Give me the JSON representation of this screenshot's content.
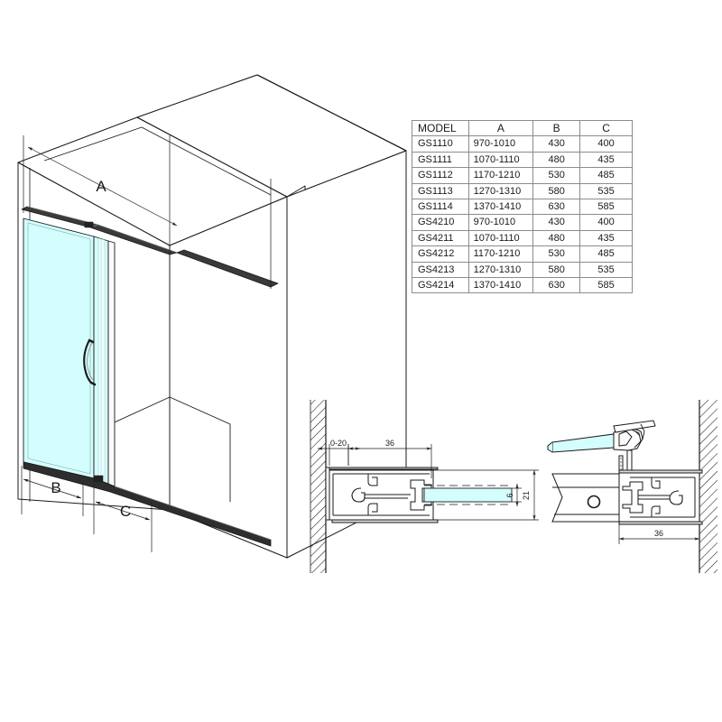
{
  "drawing": {
    "title": "Sliding shower door technical drawing",
    "glass_color": "#d4fdfd",
    "line_color": "#1a1a1a",
    "hatch_color": "#1a1a1a"
  },
  "isometric": {
    "dim_a": "A",
    "dim_b": "B",
    "dim_c": "C",
    "handle": "door-handle"
  },
  "model_table": {
    "headers": [
      "MODEL",
      "A",
      "B",
      "C"
    ],
    "rows": [
      [
        "GS1110",
        "970-1010",
        "430",
        "400"
      ],
      [
        "GS1111",
        "1070-1110",
        "480",
        "435"
      ],
      [
        "GS1112",
        "1170-1210",
        "530",
        "485"
      ],
      [
        "GS1113",
        "1270-1310",
        "580",
        "535"
      ],
      [
        "GS1114",
        "1370-1410",
        "630",
        "585"
      ],
      [
        "GS4210",
        "970-1010",
        "430",
        "400"
      ],
      [
        "GS4211",
        "1070-1110",
        "480",
        "435"
      ],
      [
        "GS4212",
        "1170-1210",
        "530",
        "485"
      ],
      [
        "GS4213",
        "1270-1310",
        "580",
        "535"
      ],
      [
        "GS4214",
        "1370-1410",
        "630",
        "585"
      ]
    ]
  },
  "detail_left": {
    "dim_gap": "0-20",
    "dim_profile_width": "36",
    "dim_glass_thickness": "6",
    "dim_profile_height": "21"
  },
  "detail_right": {
    "dim_profile_width": "36"
  }
}
